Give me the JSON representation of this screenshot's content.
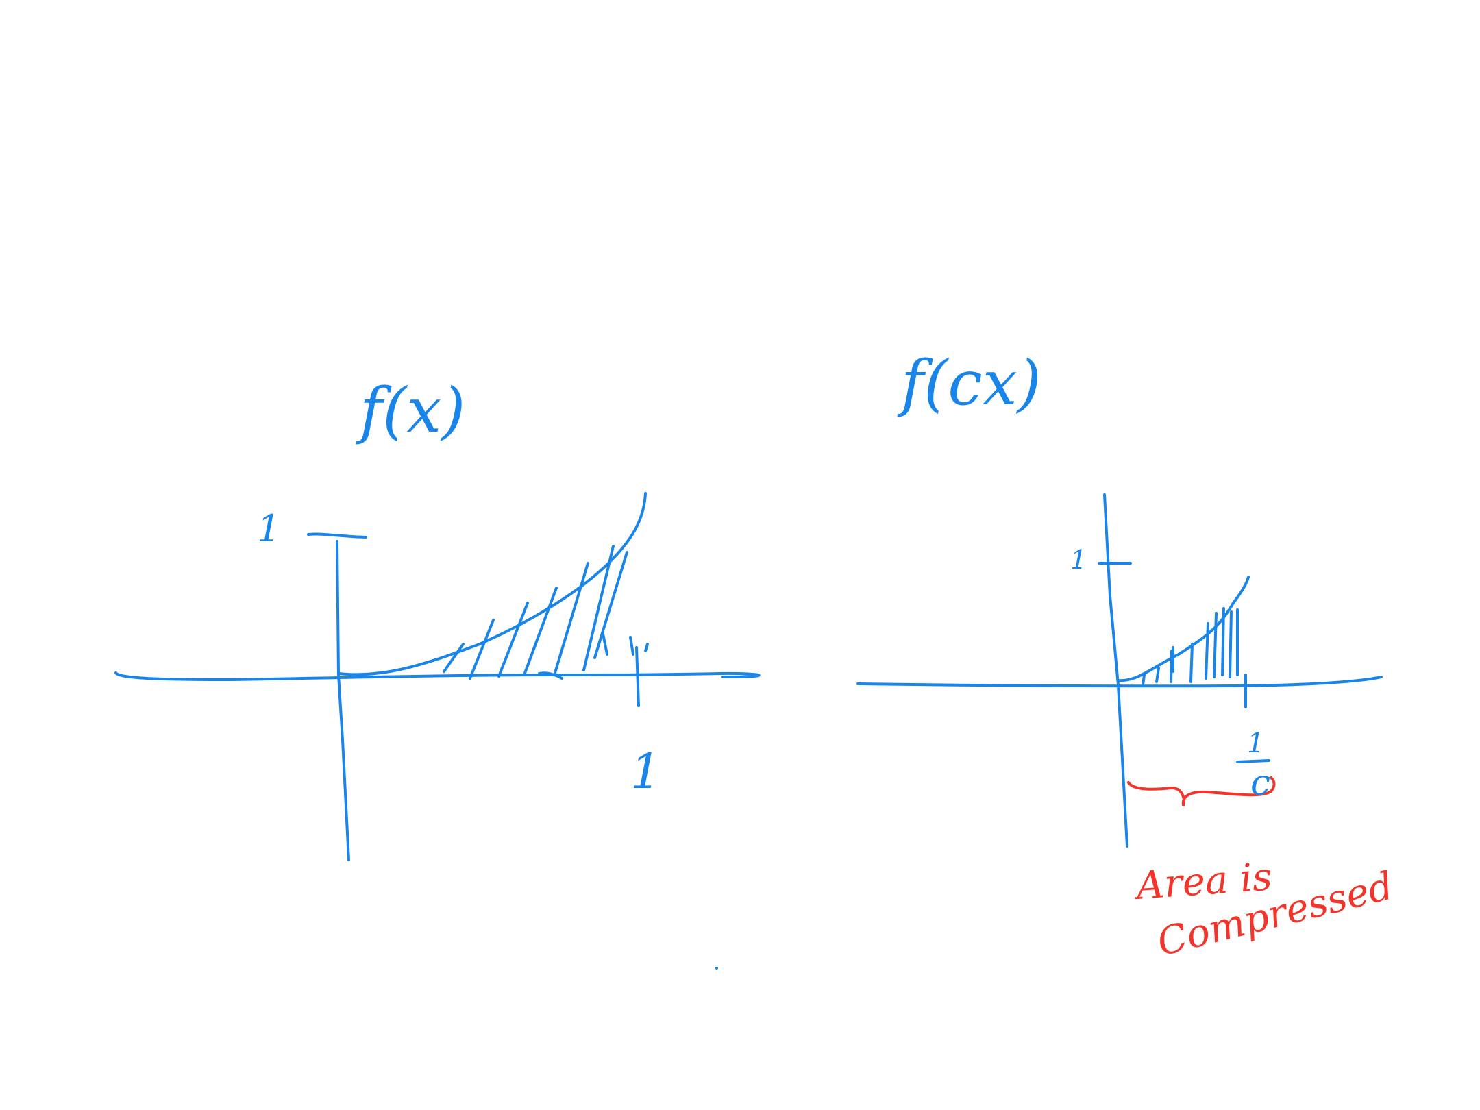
{
  "colors": {
    "ink_primary": "#1A85E8",
    "ink_annotation": "#F2342A",
    "background": "#ffffff"
  },
  "left_graph": {
    "function_label": "f(x)",
    "y_tick_label": "1",
    "x_tick_label": "1"
  },
  "right_graph": {
    "function_label": "f(cx)",
    "y_tick_label": "1",
    "x_tick_label_numerator": "1",
    "x_tick_label_denominator": "c"
  },
  "annotation": {
    "line1": "Area is",
    "line2": "Compressed"
  }
}
